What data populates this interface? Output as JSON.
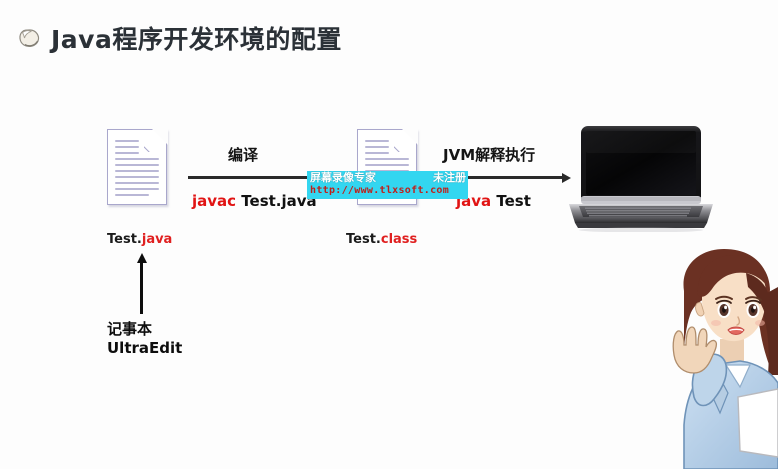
{
  "slide": {
    "background_color": "#fdfdfd",
    "title": "Java程序开发环境的配置",
    "title_color": "#2b3137",
    "bullet_icon": "leaf-shield-icon"
  },
  "diagram": {
    "source_file": {
      "name_base": "Test.",
      "name_ext": "java",
      "icon": "document-icon"
    },
    "class_file": {
      "name_base": "Test.",
      "name_ext": "class",
      "icon": "document-icon"
    },
    "compile_step": {
      "caption": "编译",
      "command_red": "javac ",
      "command_black": "Test.java",
      "arrow_icon": "arrow-right-icon"
    },
    "run_step": {
      "caption": "JVM解释执行",
      "command_red": "java ",
      "command_black": "Test",
      "arrow_icon": "arrow-right-icon"
    },
    "editor_step": {
      "line1": "记事本",
      "line2": "UltraEdit",
      "arrow_icon": "arrow-up-icon"
    },
    "output_device": {
      "icon": "laptop-icon",
      "screen_color": "#0b0b0b",
      "body_color": "#9a9a9e"
    },
    "accent_red": "#e11414",
    "line_color": "#2a2a2a"
  },
  "watermark": {
    "title": "屏幕录像专家",
    "status": "未注册",
    "url": "http://www.tlxsoft.com",
    "background_color": "#33d6f0",
    "title_color": "#ffffff",
    "url_color": "#c0201a"
  },
  "character": {
    "name": "waving-woman-illustration",
    "hair_color": "#6b3123",
    "suit_color": "#b9d1e8",
    "skin_color": "#f6dcc3"
  }
}
